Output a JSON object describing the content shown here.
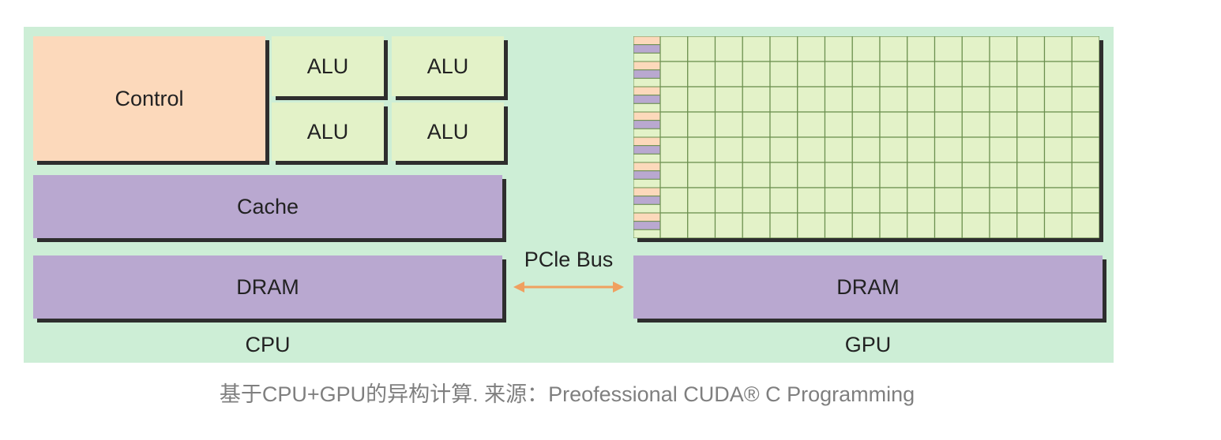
{
  "diagram": {
    "cpu": {
      "control_label": "Control",
      "alu_labels": [
        "ALU",
        "ALU",
        "ALU",
        "ALU"
      ],
      "cache_label": "Cache",
      "dram_label": "DRAM",
      "caption": "CPU"
    },
    "bus": {
      "label": "PCle Bus"
    },
    "gpu": {
      "dram_label": "DRAM",
      "caption": "GPU",
      "grid_rows": 8,
      "grid_cols": 16
    },
    "colors": {
      "background": "#cdeed6",
      "control": "#fcd9bb",
      "alu": "#e3f2c8",
      "memory": "#b9a8d0",
      "arrow": "#f0a060"
    }
  },
  "caption": "基于CPU+GPU的异构计算. 来源：Preofessional CUDA® C Programming"
}
